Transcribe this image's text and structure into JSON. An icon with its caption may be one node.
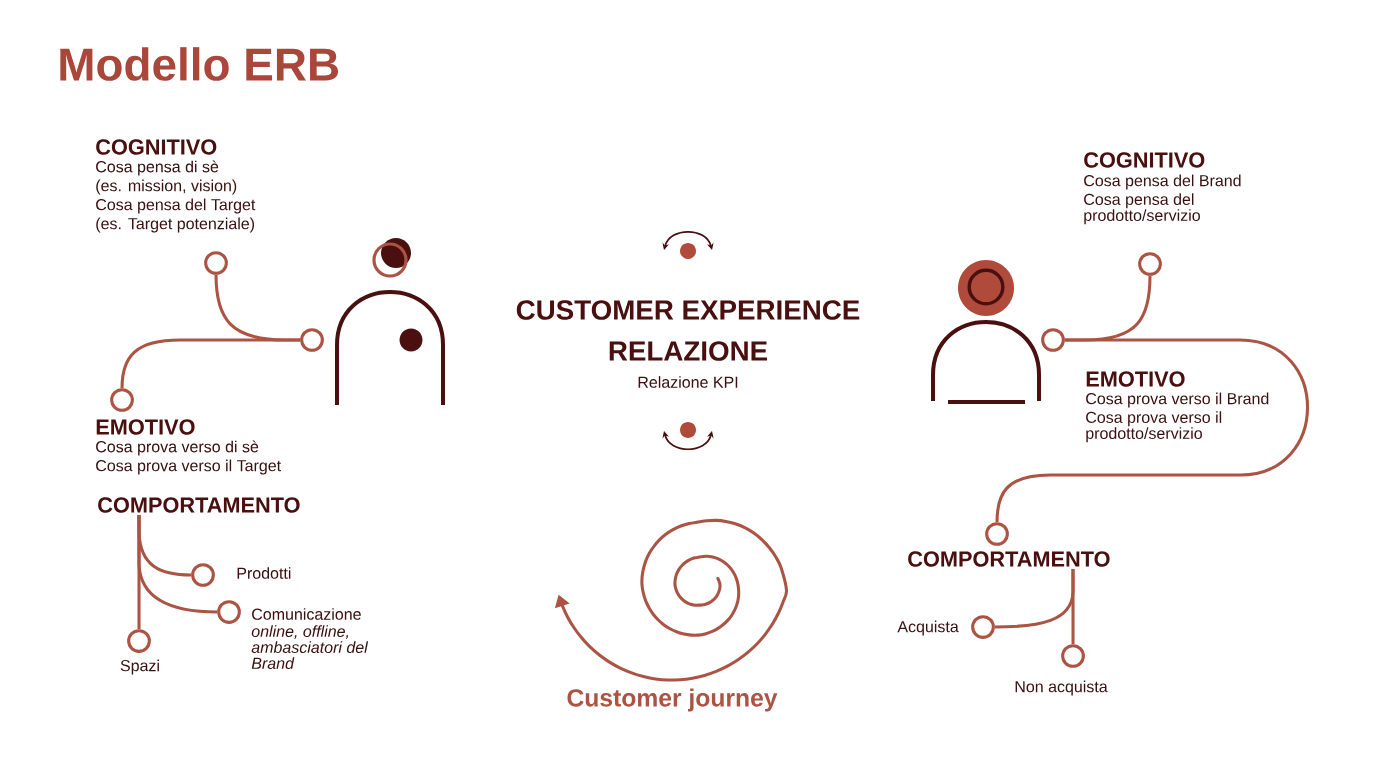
{
  "diagram": {
    "title": "Modello ERB",
    "nodes": [
      {
        "text": [],
        "shape": "circle"
      },
      {
        "text": [],
        "shape": "person"
      },
      {
        "text": [],
        "shape": "circle"
      },
      {
        "text": [],
        "shape": "circle"
      },
      {
        "text": [
          "COMPORTAMENTO"
        ]
      },
      {
        "text": [],
        "shape": "circle",
        "beside": [
          "Prodotti"
        ]
      },
      {
        "text": [],
        "shape": "circle",
        "beside": [
          "Comunicazione",
          "online, offline, ambasciatori del Brand"
        ]
      },
      {
        "text": [],
        "shape": "circle",
        "beside": [
          "Spazi"
        ]
      },
      {
        "text": [],
        "shape": "circle"
      },
      {
        "text": [],
        "shape": "person"
      },
      {
        "text": [],
        "shape": "circle"
      },
      {
        "text": [],
        "shape": "circle"
      },
      {
        "text": [
          "COMPORTAMENTO"
        ]
      },
      {
        "text": [],
        "shape": "circle",
        "beside": [
          "Acquista"
        ]
      },
      {
        "text": [],
        "shape": "circle",
        "beside": [
          "Non acquista"
        ]
      }
    ],
    "edges": [
      {
        "from": 2,
        "to": 0,
        "arrow": "none"
      },
      {
        "from": 2,
        "to": 3,
        "arrow": "none"
      },
      {
        "from": 4,
        "to": 5,
        "arrow": "none"
      },
      {
        "from": 4,
        "to": 6,
        "arrow": "none"
      },
      {
        "from": 4,
        "to": 7,
        "arrow": "none"
      },
      {
        "from": 10,
        "to": 8,
        "arrow": "none"
      },
      {
        "from": 10,
        "to": 11,
        "arrow": "none"
      },
      {
        "from": 12,
        "to": 13,
        "arrow": "none"
      },
      {
        "from": 12,
        "to": 14,
        "arrow": "none"
      }
    ],
    "labels": [
      "COGNITIVO",
      "Cosa pensa di sè",
      "(es. mission, vision)",
      "Cosa pensa del Target",
      "(es. Target potenziale)",
      "EMOTIVO",
      "Cosa prova verso di sè",
      "Cosa prova verso il Target",
      "CUSTOMER EXPERIENCE",
      "RELAZIONE",
      "Relazione KPI",
      "COGNITIVO",
      "Cosa pensa del Brand",
      "Cosa pensa del prodotto/servizio",
      "EMOTIVO",
      "Cosa prova verso il Brand",
      "Cosa prova verso il prodotto/servizio",
      "Customer journey"
    ]
  }
}
